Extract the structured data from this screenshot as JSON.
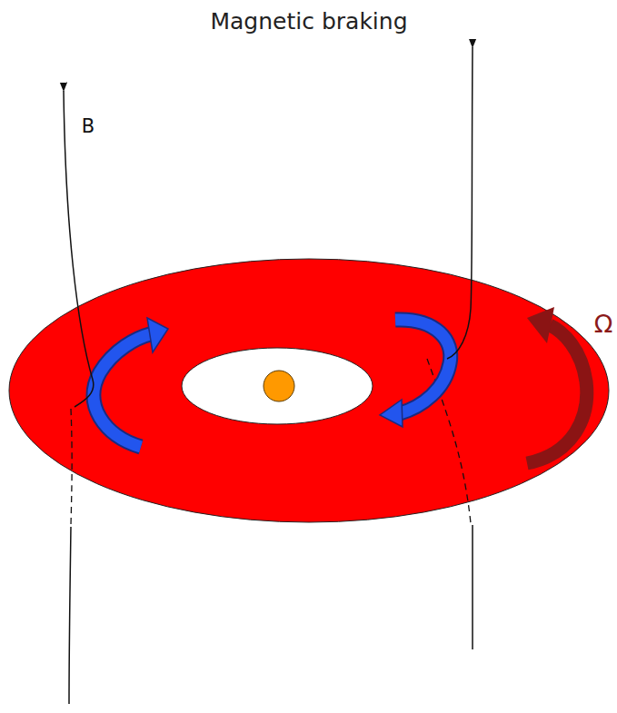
{
  "diagram": {
    "title": "Magnetic braking",
    "labels": [
      "B",
      "Ω"
    ]
  }
}
